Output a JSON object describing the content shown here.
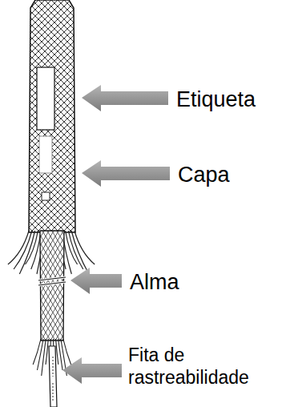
{
  "diagram": {
    "labels": [
      "Etiqueta",
      "Capa",
      "Alma",
      "Fita de rastreabilidade"
    ]
  }
}
